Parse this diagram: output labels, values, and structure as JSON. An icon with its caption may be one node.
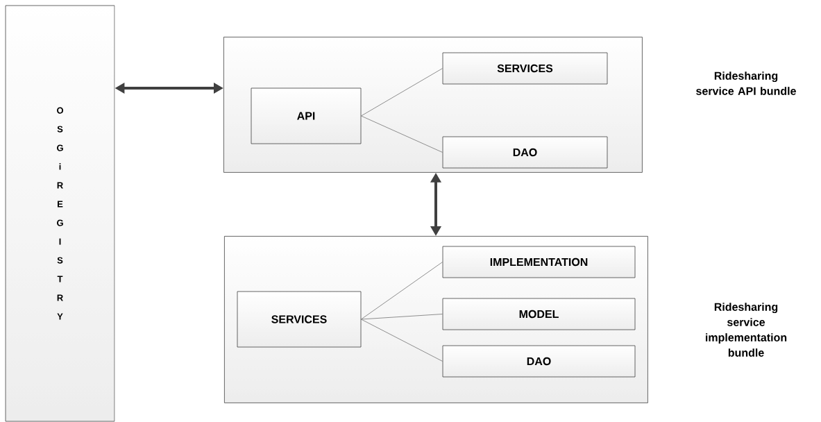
{
  "diagram": {
    "nodes": [
      {
        "text": [
          "OSGi REGISTRY"
        ]
      },
      {
        "text": [],
        "shape": "box"
      },
      {
        "text": [
          "API"
        ],
        "in": 1
      },
      {
        "text": [
          "SERVICES"
        ],
        "in": 1
      },
      {
        "text": [
          "DAO"
        ],
        "in": 1
      },
      {
        "text": [],
        "shape": "box"
      },
      {
        "text": [
          "SERVICES"
        ],
        "in": 5
      },
      {
        "text": [
          "IMPLEMENTATION"
        ],
        "in": 5
      },
      {
        "text": [
          "MODEL"
        ],
        "in": 5
      },
      {
        "text": [
          "DAO"
        ],
        "in": 5
      }
    ],
    "edges": [
      {
        "from": 0,
        "to": 1,
        "arrow": "both",
        "style": "thick",
        "color": "#404040"
      },
      {
        "from": 2,
        "to": 3,
        "arrow": "none"
      },
      {
        "from": 2,
        "to": 4,
        "arrow": "none"
      },
      {
        "from": 1,
        "to": 5,
        "arrow": "both",
        "style": "thick",
        "color": "#404040"
      },
      {
        "from": 6,
        "to": 7,
        "arrow": "none"
      },
      {
        "from": 6,
        "to": 8,
        "arrow": "none"
      },
      {
        "from": 6,
        "to": 9,
        "arrow": "none"
      }
    ],
    "labels": [
      "Ridesharing service API bundle",
      "Ridesharing service implementation bundle"
    ]
  }
}
